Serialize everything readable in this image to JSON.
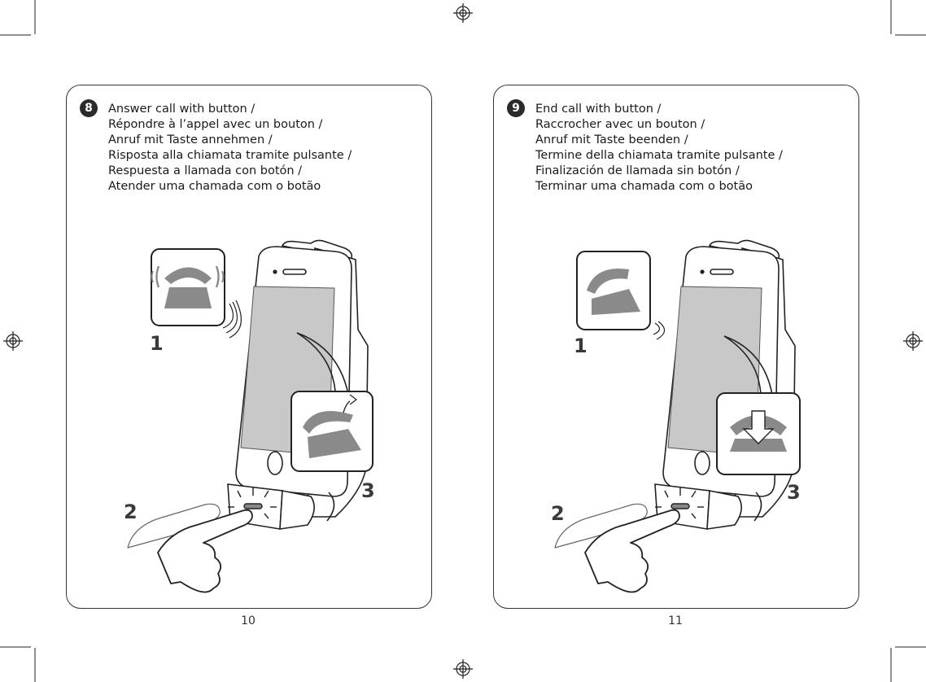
{
  "pages": [
    {
      "step_badge": "8",
      "captions": [
        "Answer call with button /",
        "Répondre à l’appel avec un bouton /",
        "Anruf mit Taste annehmen /",
        "Risposta alla chiamata tramite pulsante /",
        "Respuesta a llamada con botón /",
        "Atender uma chamada com o botão"
      ],
      "step_labels": [
        "1",
        "2",
        "3"
      ],
      "page_number": "10",
      "icon_1": "ringing-phone-icon",
      "icon_3": "handset-lift-icon"
    },
    {
      "step_badge": "9",
      "captions": [
        "End call with button /",
        "Raccrocher avec un bouton /",
        "Anruf mit Taste beenden /",
        "Termine della chiamata tramite pulsante /",
        "Finalización de llamada sin botón /",
        "Terminar uma chamada com o botão"
      ],
      "step_labels": [
        "1",
        "2",
        "3"
      ],
      "page_number": "11",
      "icon_1": "phone-handset-icon",
      "icon_3": "hang-up-phone-icon"
    }
  ],
  "colors": {
    "icon_gray": "#8a8a8a",
    "line": "#222222",
    "screen": "#c8c8c8"
  }
}
